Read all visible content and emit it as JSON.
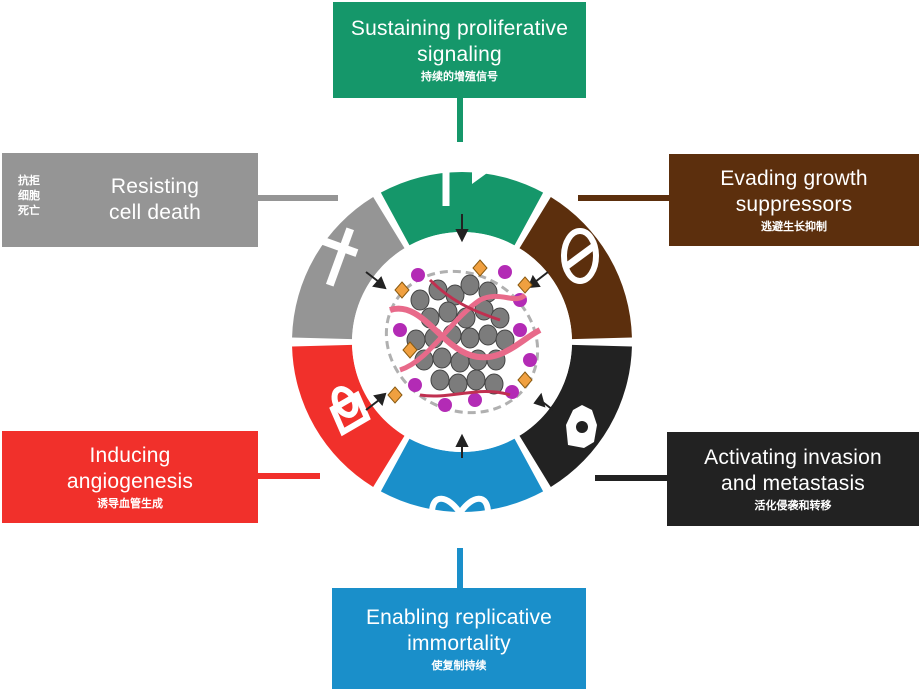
{
  "hallmarks": {
    "sustaining": {
      "en": "Sustaining proliferative\nsignaling",
      "zh": "持续的增殖信号",
      "color": "#15976a",
      "icon": "arrow-icon"
    },
    "evading": {
      "en": "Evading growth\nsuppressors",
      "zh": "逃避生长抑制",
      "color": "#5c2f0d",
      "icon": "prohibition-icon"
    },
    "invasion": {
      "en": "Activating invasion\nand metastasis",
      "zh": "活化侵袭和转移",
      "color": "#222222",
      "icon": "tumor-cell-icon"
    },
    "immortality": {
      "en": "Enabling replicative\nimmortality",
      "zh": "使复制持续",
      "color": "#1a8fca",
      "icon": "infinity-icon"
    },
    "angiogenesis": {
      "en": "Inducing\nangiogenesis",
      "zh": "诱导血管生成",
      "color": "#f1302b",
      "icon": "blood-vessel-icon"
    },
    "death": {
      "en": "Resisting\ncell death",
      "zh": "抗拒细胞死亡",
      "color": "#959595",
      "icon": "cross-icon"
    }
  },
  "center": {
    "icon": "tumor-tissue-icon"
  }
}
